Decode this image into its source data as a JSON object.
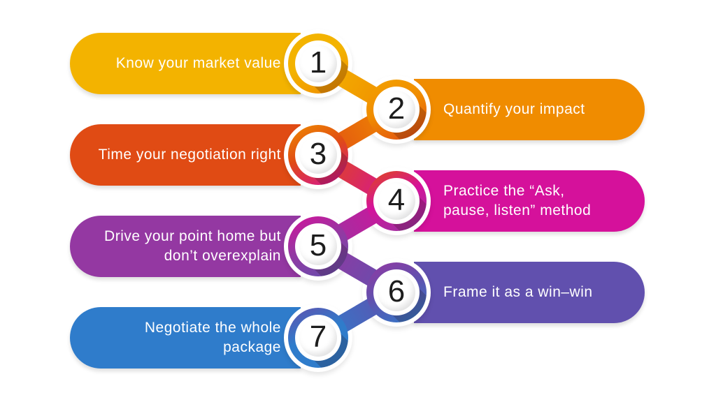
{
  "background_color": "#ffffff",
  "label_text_color": "#ffffff",
  "number_text_color": "#1d1d1d",
  "steps": [
    {
      "number": "1",
      "lines": [
        "Know your market value"
      ],
      "color": "#F3B300",
      "ring_stops": [
        "#F3B300",
        "#F3B300",
        "#F08C00"
      ]
    },
    {
      "number": "2",
      "lines": [
        "Quantify your impact"
      ],
      "color": "#F08C00",
      "ring_stops": [
        "#F3A300",
        "#F08C00",
        "#E04B14"
      ]
    },
    {
      "number": "3",
      "lines": [
        "Time your negotiation right"
      ],
      "color": "#E04B14",
      "ring_stops": [
        "#F08C00",
        "#E04B14",
        "#D5119B"
      ]
    },
    {
      "number": "4",
      "lines": [
        "Practice the “Ask,",
        "pause, listen” method"
      ],
      "color": "#D5119B",
      "ring_stops": [
        "#E04B14",
        "#D5119B",
        "#9438A2"
      ]
    },
    {
      "number": "5",
      "lines": [
        "Drive your point home but",
        "don’t overexplain"
      ],
      "color": "#9438A2",
      "ring_stops": [
        "#D5119B",
        "#9438A2",
        "#6150AE"
      ]
    },
    {
      "number": "6",
      "lines": [
        "Frame it as a win–win"
      ],
      "color": "#6150AE",
      "ring_stops": [
        "#9438A2",
        "#6150AE",
        "#2F7CCB"
      ]
    },
    {
      "number": "7",
      "lines": [
        "Negotiate the whole",
        "package"
      ],
      "color": "#2F7CCB",
      "ring_stops": [
        "#6150AE",
        "#2F7CCB",
        "#2F7CCB"
      ]
    }
  ],
  "connectors": [
    {
      "from": "#F3B300",
      "to": "#F08C00"
    },
    {
      "from": "#F08C00",
      "to": "#E04B14"
    },
    {
      "from": "#E04B14",
      "to": "#D5119B"
    },
    {
      "from": "#D5119B",
      "to": "#9438A2"
    },
    {
      "from": "#9438A2",
      "to": "#6150AE"
    },
    {
      "from": "#6150AE",
      "to": "#2F7CCB"
    }
  ]
}
